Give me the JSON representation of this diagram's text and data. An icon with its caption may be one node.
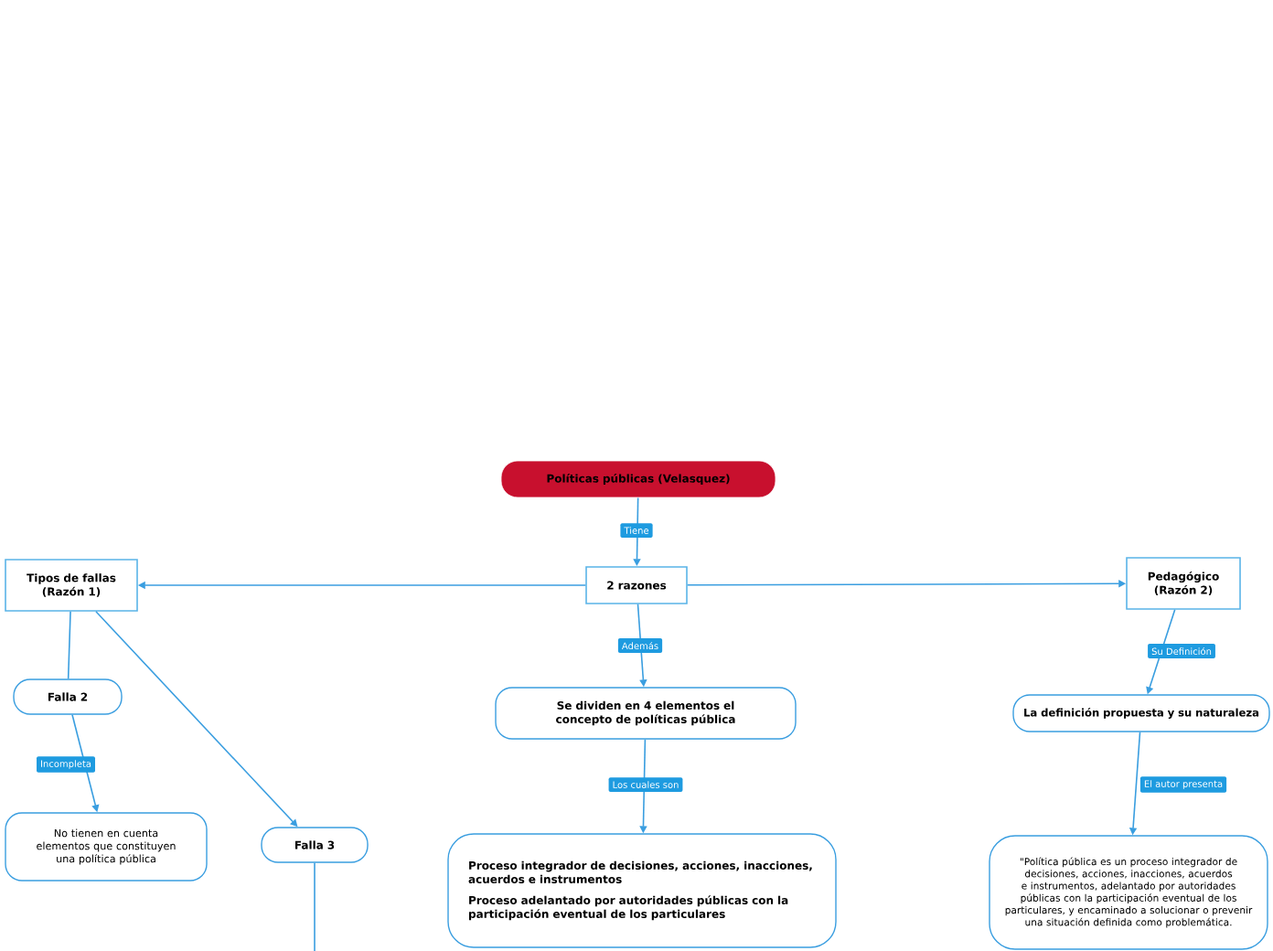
{
  "diagram": {
    "nodes": [
      {
        "text": [
          "Políticas públicas (Velasquez)"
        ]
      },
      {
        "text": [
          "2 razones"
        ]
      },
      {
        "text": [
          "Tipos de fallas (Razón 1)"
        ]
      },
      {
        "text": [
          "Pedagógico (Razón 2)"
        ]
      },
      {
        "text": [
          "Falla 2"
        ]
      },
      {
        "text": [
          "No tienen en cuenta elementos que constituyen una política pública"
        ]
      },
      {
        "text": [
          "Falla 3"
        ]
      },
      {
        "text": [
          "Se dividen en 4 elementos el concepto de políticas pública"
        ]
      },
      {
        "text": [
          "Proceso integrador de decisiones, acciones, inacciones, acuerdos e instrumentos",
          "Proceso adelantado por autoridades públicas con la participación eventual de los particulares"
        ]
      },
      {
        "text": [
          "La definición propuesta y su naturaleza"
        ]
      },
      {
        "text": [
          "\"Política pública es un proceso integrador de decisiones, acciones, inacciones, acuerdos e instrumentos, adelantado por autoridades públicas con la participación eventual de los particulares, y encaminado a solucionar o prevenir una situación definida como problemática."
        ]
      }
    ],
    "edges": [
      {
        "from": 0,
        "to": 1,
        "arrow": "to",
        "label": "Tiene"
      },
      {
        "from": 1,
        "to": 2,
        "arrow": "to"
      },
      {
        "from": 1,
        "to": 3,
        "arrow": "to"
      },
      {
        "from": 1,
        "to": 7,
        "arrow": "to",
        "label": "Además"
      },
      {
        "from": 2,
        "to": 4,
        "arrow": "none"
      },
      {
        "from": 2,
        "to": 6,
        "arrow": "to"
      },
      {
        "from": 4,
        "to": 5,
        "arrow": "to",
        "label": "Incompleta"
      },
      {
        "from": 6,
        "to": null,
        "arrow": "none"
      },
      {
        "from": 7,
        "to": 8,
        "arrow": "to",
        "label": "Los cuales son"
      },
      {
        "from": 3,
        "to": 9,
        "arrow": "to",
        "label": "Su Definición"
      },
      {
        "from": 9,
        "to": 10,
        "arrow": "to",
        "label": "El autor presenta"
      }
    ]
  }
}
